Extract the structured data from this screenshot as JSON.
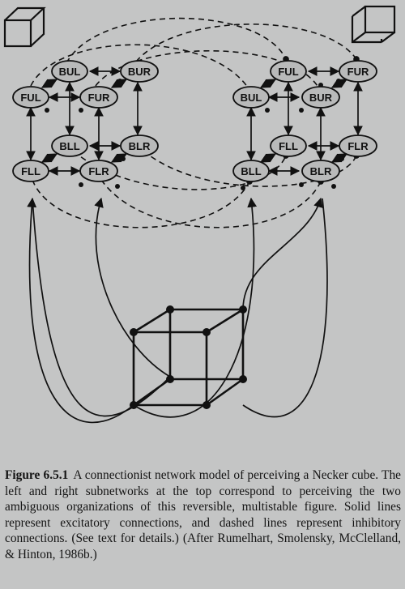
{
  "diagram": {
    "left_network": {
      "nodes": [
        {
          "id": "L-BUL",
          "label": "BUL"
        },
        {
          "id": "L-BUR",
          "label": "BUR"
        },
        {
          "id": "L-FUL",
          "label": "FUL"
        },
        {
          "id": "L-FUR",
          "label": "FUR"
        },
        {
          "id": "L-BLL",
          "label": "BLL"
        },
        {
          "id": "L-BLR",
          "label": "BLR"
        },
        {
          "id": "L-FLL",
          "label": "FLL"
        },
        {
          "id": "L-FLR",
          "label": "FLR"
        }
      ]
    },
    "right_network": {
      "nodes": [
        {
          "id": "R-FUL",
          "label": "FUL"
        },
        {
          "id": "R-FUR",
          "label": "FUR"
        },
        {
          "id": "R-BUL",
          "label": "BUL"
        },
        {
          "id": "R-BUR",
          "label": "BUR"
        },
        {
          "id": "R-FLL",
          "label": "FLL"
        },
        {
          "id": "R-FLR",
          "label": "FLR"
        },
        {
          "id": "R-BLL",
          "label": "BLL"
        },
        {
          "id": "R-BLR",
          "label": "BLR"
        }
      ]
    }
  },
  "caption": {
    "figure_number": "Figure 6.5.1",
    "text": "A connectionist network model of perceiving a Necker cube. The left and right subnetworks at the top correspond to perceiving the two ambiguous organizations of this reversible, multistable figure. Solid lines represent excitatory connections, and dashed lines represent inhibitory connections. (See text for details.) (After Rumelhart, Smolensky, McClelland, & Hinton, 1986b.)"
  },
  "colors": {
    "background": "#c4c5c5",
    "node_fill": "#b9baba",
    "ink": "#111111"
  }
}
